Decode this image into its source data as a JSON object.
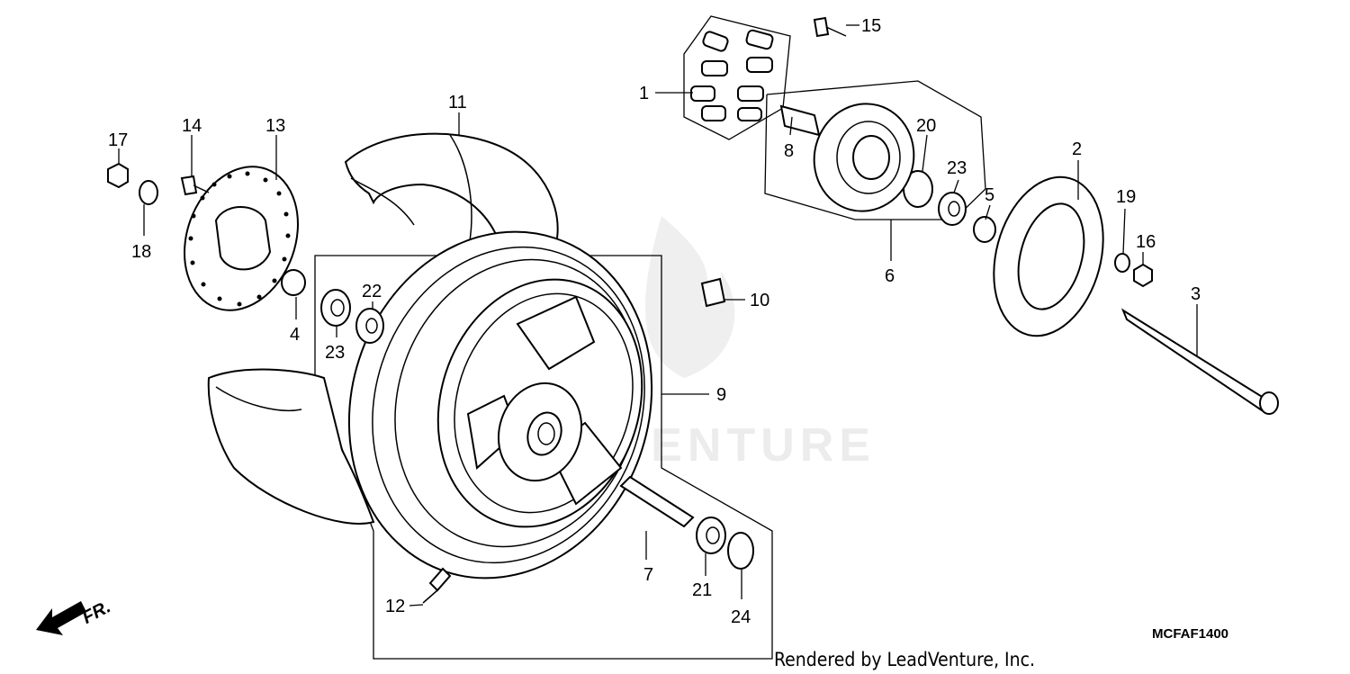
{
  "diagram": {
    "code": "MCFAF1400",
    "credit": "Rendered by LeadVenture, Inc.",
    "watermark": "LEADVENTURE",
    "direction_label": "FR.",
    "callouts": [
      "1",
      "2",
      "3",
      "4",
      "5",
      "6",
      "7",
      "8",
      "9",
      "10",
      "11",
      "12",
      "13",
      "14",
      "15",
      "16",
      "17",
      "18",
      "19",
      "20",
      "21",
      "22",
      "23",
      "23",
      "24"
    ]
  }
}
